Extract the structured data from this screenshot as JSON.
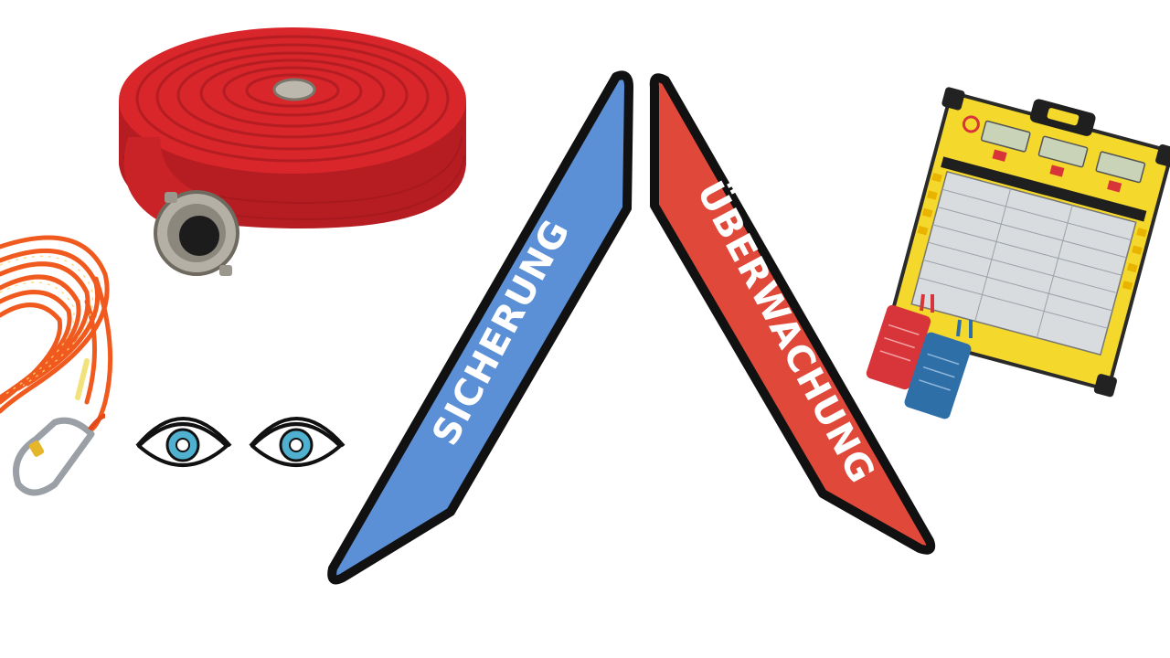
{
  "banners": {
    "left": {
      "label": "SICHERUNG",
      "fill": "#5b8fd6",
      "text_color": "#ffffff"
    },
    "right": {
      "label": "ÜBERWACHUNG",
      "fill": "#e0483a",
      "text_color": "#ffffff"
    },
    "outline": "#111111"
  },
  "illustrations": {
    "fire_hose": {
      "icon": "fire-hose-icon",
      "color": "#d8262b"
    },
    "rope": {
      "icon": "rope-icon",
      "color": "#f05a1e",
      "carabiner_icon": "carabiner-icon"
    },
    "eyes": {
      "icon": "eye-icon",
      "count": 2,
      "iris_color": "#4fb0cf"
    },
    "monitoring_board": {
      "icon": "breathing-apparatus-board-icon",
      "body_color": "#f4d82b",
      "tag_colors": [
        "#d8353a",
        "#2f6fa8"
      ]
    }
  }
}
